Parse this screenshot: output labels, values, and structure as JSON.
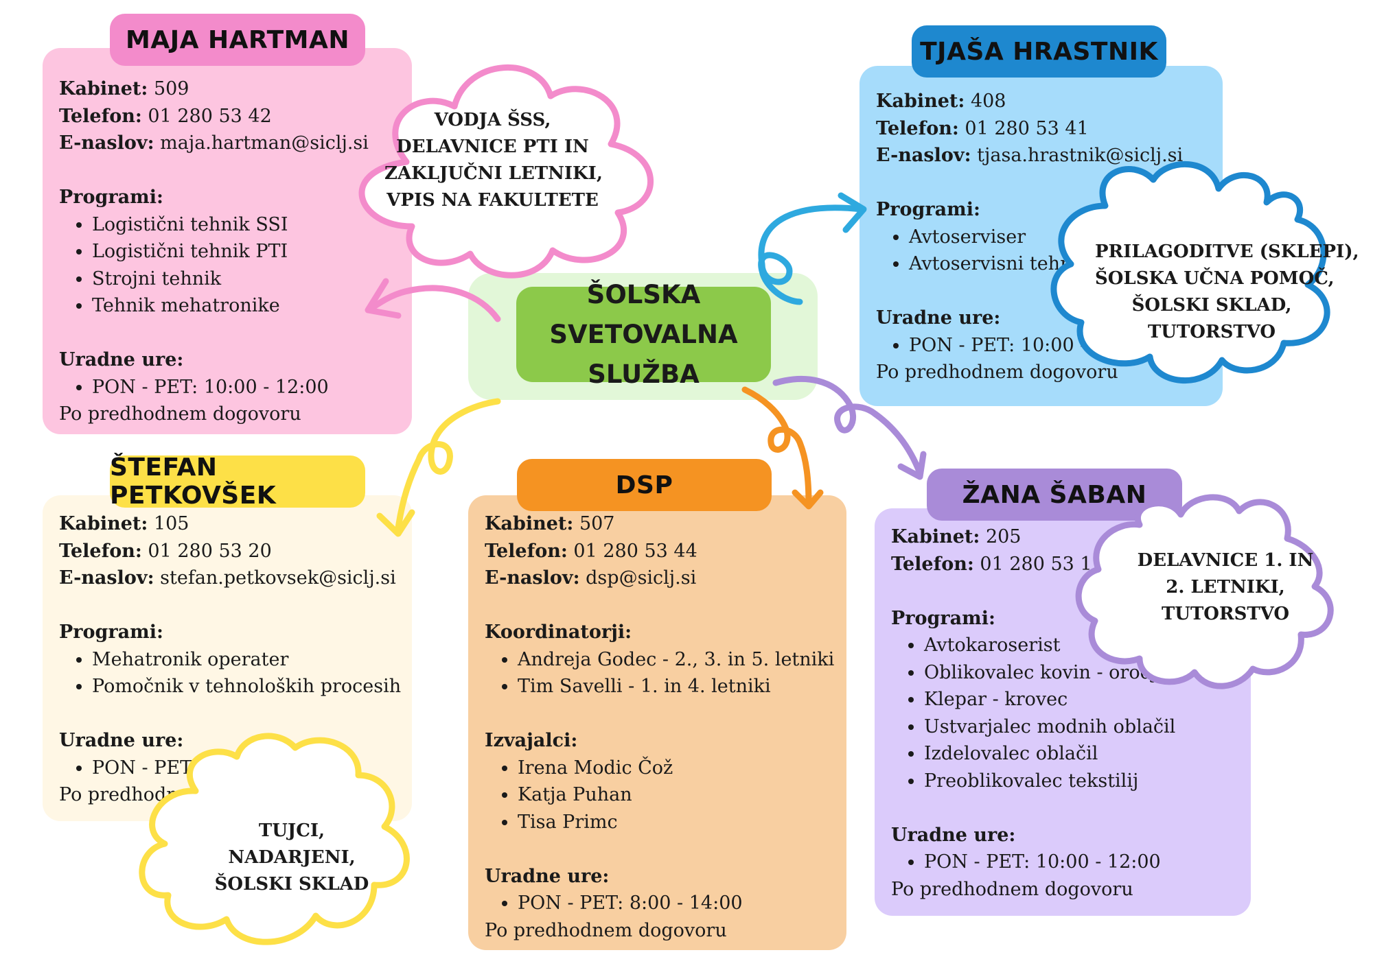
{
  "center": {
    "line1": "ŠOLSKA SVETOVALNA",
    "line2": "SLUŽBA"
  },
  "labels": {
    "kabinet": "Kabinet:",
    "telefon": "Telefon:",
    "email": "E-naslov:",
    "programi": "Programi:",
    "koordinatorji": "Koordinatorji:",
    "izvajalci": "Izvajalci:",
    "uradne_ure": "Uradne ure:"
  },
  "maja": {
    "name": "MAJA HARTMAN",
    "kabinet": "509",
    "telefon": "01 280 53 42",
    "email": "maja.hartman@siclj.si",
    "programi": [
      "Logistični tehnik SSI",
      "Logistični tehnik PTI",
      "Strojni tehnik",
      "Tehnik mehatronike"
    ],
    "ure": "PON - PET: 10:00 - 12:00",
    "dogovor": "Po predhodnem dogovoru",
    "cloud": [
      "VODJA ŠSS,",
      "DELAVNICE PTI IN",
      "ZAKLJUČNI LETNIKI,",
      "VPIS NA FAKULTETE"
    ]
  },
  "tjasa": {
    "name": "TJAŠA HRASTNIK",
    "kabinet": "408",
    "telefon": "01 280 53 41",
    "email": "tjasa.hrastnik@siclj.si",
    "programi": [
      "Avtoserviser",
      "Avtoservisni tehnik"
    ],
    "ure": "PON - PET: 10:00 - 12:00",
    "dogovor": "Po predhodnem dogovoru",
    "cloud": [
      "PRILAGODITVE (SKLEPI),",
      "ŠOLSKA UČNA POMOČ,",
      "ŠOLSKI SKLAD,",
      "TUTORSTVO"
    ]
  },
  "stefan": {
    "name": "ŠTEFAN PETKOVŠEK",
    "kabinet": "105",
    "telefon": "01 280 53 20",
    "email": "stefan.petkovsek@siclj.si",
    "programi": [
      "Mehatronik operater",
      "Pomočnik v tehnoloških procesih"
    ],
    "ure": "PON - PET: 10:00 - 12:00",
    "dogovor": "Po predhodnem dogovoru",
    "cloud": [
      "TUJCI,",
      "NADARJENI,",
      "ŠOLSKI SKLAD"
    ]
  },
  "dsp": {
    "name": "DSP",
    "kabinet": "507",
    "telefon": "01 280 53 44",
    "email": "dsp@siclj.si",
    "koordinatorji": [
      "Andreja Godec - 2., 3. in 5. letniki",
      "Tim Savelli - 1. in 4. letniki"
    ],
    "izvajalci": [
      "Irena Modic Čož",
      "Katja Puhan",
      "Tisa Primc"
    ],
    "ure": "PON - PET: 8:00 - 14:00",
    "dogovor": "Po predhodnem dogovoru"
  },
  "zana": {
    "name": "ŽANA ŠABAN",
    "kabinet": "205",
    "telefon": "01 280 53 12",
    "programi": [
      "Avtokaroserist",
      "Oblikovalec kovin - orodjar",
      "Klepar - krovec",
      "Ustvarjalec modnih oblačil",
      "Izdelovalec oblačil",
      "Preoblikovalec tekstilij"
    ],
    "ure": "PON - PET: 10:00 - 12:00",
    "dogovor": "Po predhodnem dogovoru",
    "cloud": [
      "DELAVNICE 1. IN",
      "2. LETNIKI,",
      "TUTORSTVO"
    ]
  },
  "colors": {
    "pink": "#f38bcb",
    "pink_bg": "#fdc5e0",
    "blue": "#1e88cf",
    "blue_bg": "#a6dcfb",
    "blue_light": "#2ea9df",
    "yellow": "#fde047",
    "yellow_bg": "#fff7e5",
    "orange": "#f59322",
    "orange_bg": "#f8cfa1",
    "purple": "#a98bd8",
    "purple_bg": "#dbcbfb",
    "green": "#8cc94a",
    "green_bg": "#e2f7d8"
  }
}
